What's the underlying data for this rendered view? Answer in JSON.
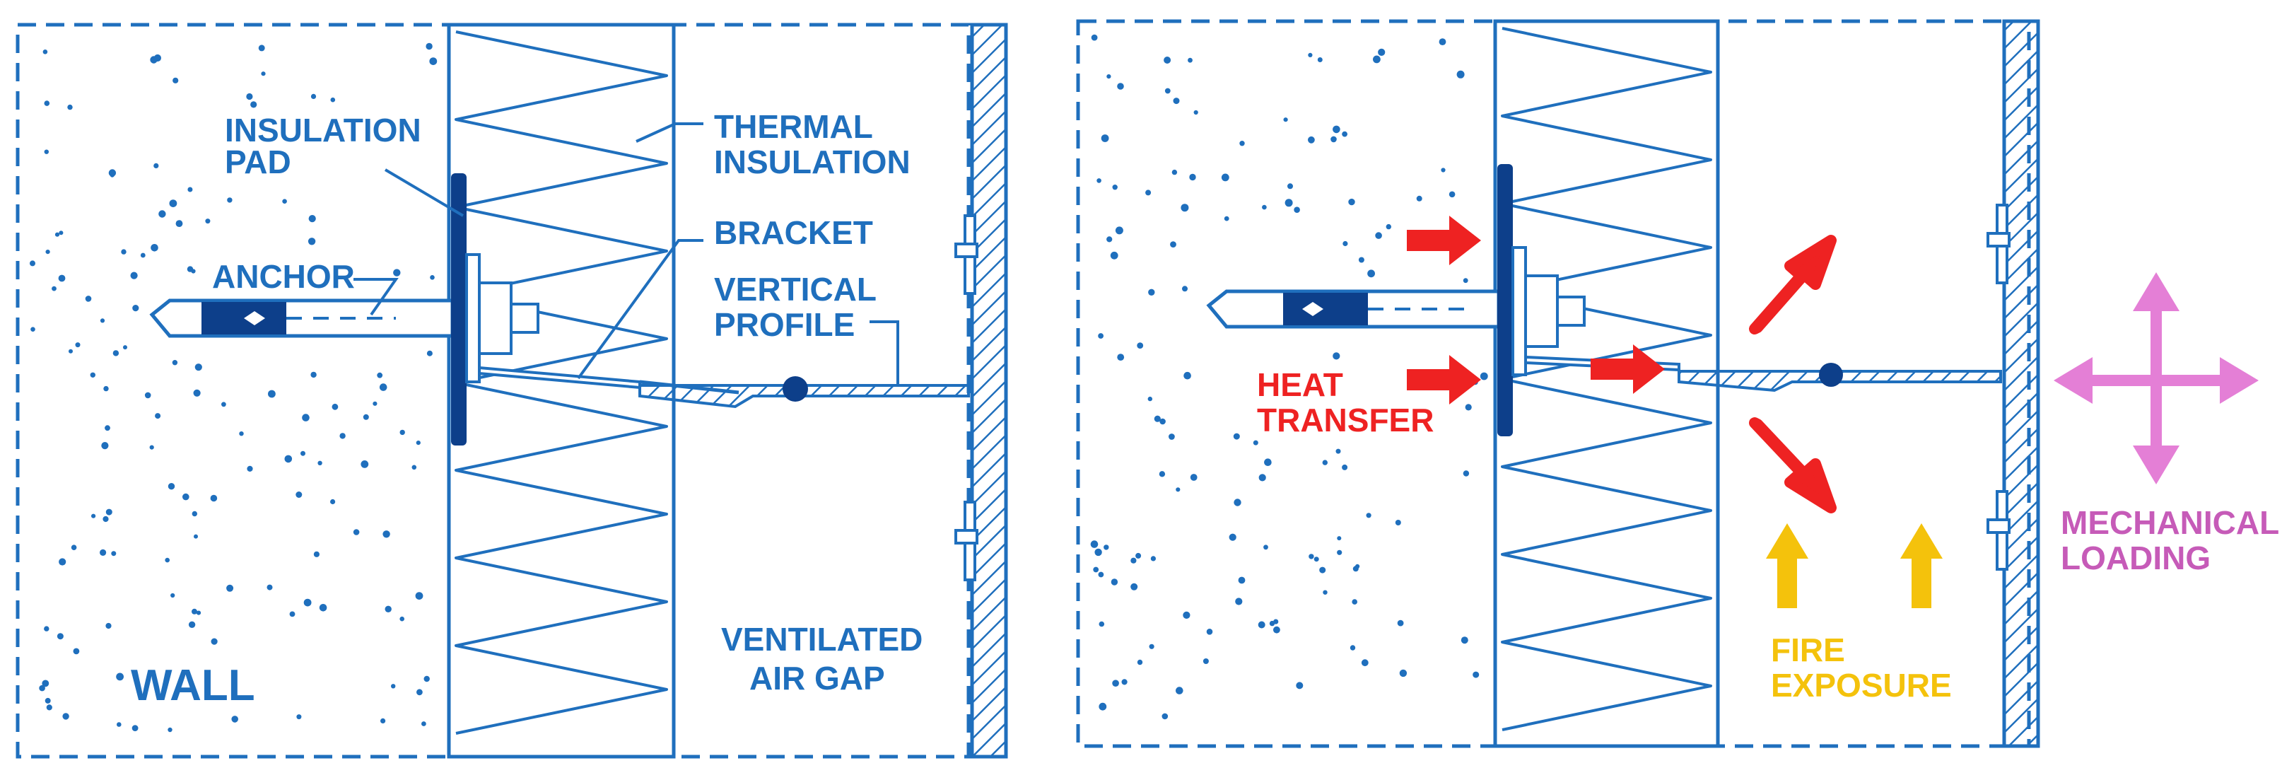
{
  "colors": {
    "line": "#1f6fbd",
    "dark": "#0d3f8a",
    "heat": "#ee2222",
    "fire": "#f4c20c",
    "mechanical": "#e47fd6"
  },
  "panel_left": {
    "labels": {
      "insulation_pad_1": "INSULATION",
      "insulation_pad_2": "PAD",
      "thermal_insulation_1": "THERMAL",
      "thermal_insulation_2": "INSULATION",
      "bracket": "BRACKET",
      "anchor": "ANCHOR",
      "vertical_profile_1": "VERTICAL",
      "vertical_profile_2": "PROFILE",
      "ventilated_air_gap_1": "VENTILATED",
      "ventilated_air_gap_2": "AIR GAP",
      "wall": "WALL"
    }
  },
  "panel_right": {
    "labels": {
      "heat_transfer_1": "HEAT",
      "heat_transfer_2": "TRANSFER",
      "fire_exposure_1": "FIRE",
      "fire_exposure_2": "EXPOSURE",
      "mechanical_loading_1": "MECHANICAL",
      "mechanical_loading_2": "LOADING"
    }
  }
}
